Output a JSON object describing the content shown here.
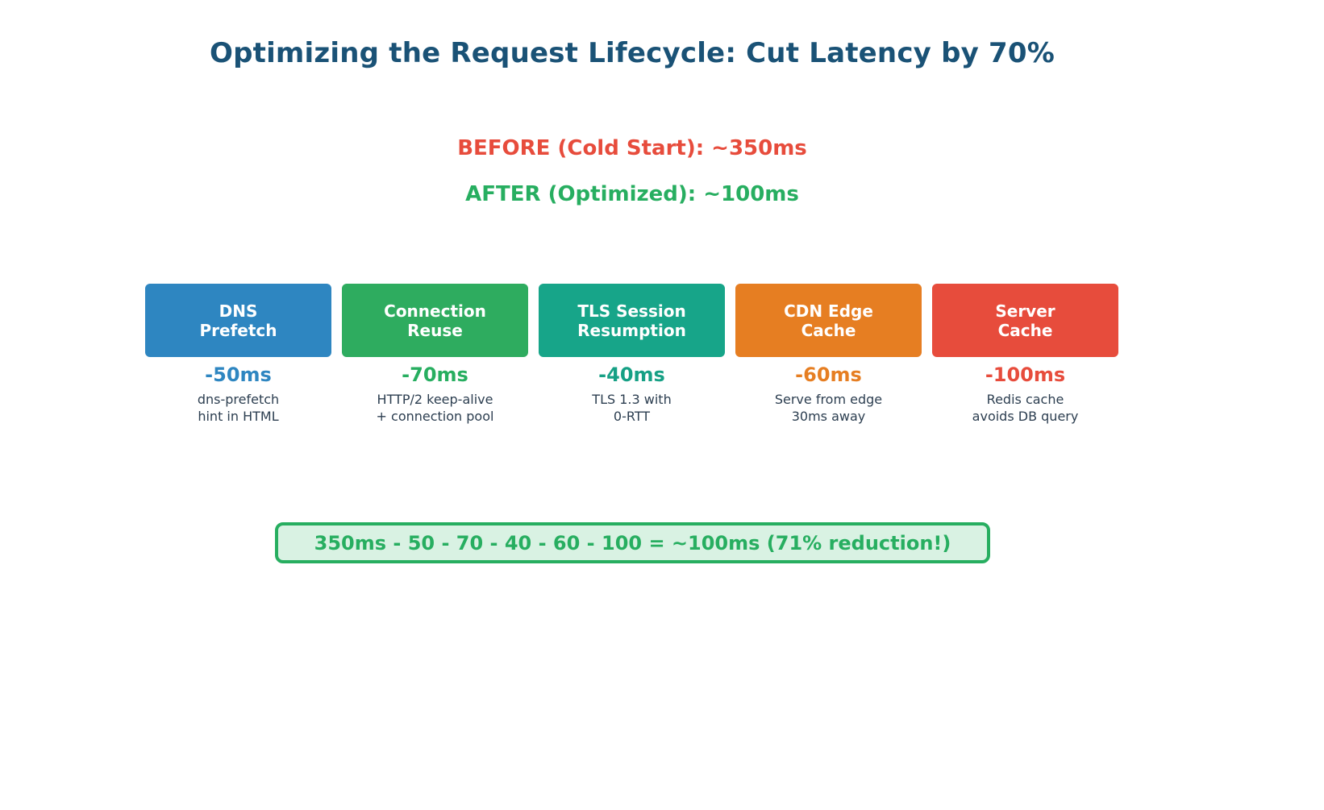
{
  "title": {
    "text": "Optimizing the Request Lifecycle: Cut Latency by 70%",
    "color": "#1a5276"
  },
  "before": {
    "text": "BEFORE (Cold Start): ~350ms",
    "color": "#e74c3c"
  },
  "after": {
    "text": "AFTER (Optimized): ~100ms",
    "color": "#27ae60"
  },
  "steps": [
    {
      "name_line1": "DNS",
      "name_line2": "Prefetch",
      "saving": "-50ms",
      "desc_line1": "dns-prefetch",
      "desc_line2": "hint in HTML",
      "box_color": "#2e86c1",
      "accent_color": "#2e86c1"
    },
    {
      "name_line1": "Connection",
      "name_line2": "Reuse",
      "saving": "-70ms",
      "desc_line1": "HTTP/2 keep-alive",
      "desc_line2": "+ connection pool",
      "box_color": "#2eac5f",
      "accent_color": "#27ae60"
    },
    {
      "name_line1": "TLS Session",
      "name_line2": "Resumption",
      "saving": "-40ms",
      "desc_line1": "TLS 1.3 with",
      "desc_line2": "0-RTT",
      "box_color": "#17a589",
      "accent_color": "#16a085"
    },
    {
      "name_line1": "CDN Edge",
      "name_line2": "Cache",
      "saving": "-60ms",
      "desc_line1": "Serve from edge",
      "desc_line2": "30ms away",
      "box_color": "#e67e22",
      "accent_color": "#e67e22"
    },
    {
      "name_line1": "Server",
      "name_line2": "Cache",
      "saving": "-100ms",
      "desc_line1": "Redis cache",
      "desc_line2": "avoids DB query",
      "box_color": "#e74c3c",
      "accent_color": "#e74c3c"
    }
  ],
  "result": {
    "text": "350ms - 50 - 70 - 40 - 60 - 100 = ~100ms (71% reduction!)",
    "text_color": "#27ae60",
    "border_color": "#27ae60",
    "background": "#d9f2e3"
  }
}
